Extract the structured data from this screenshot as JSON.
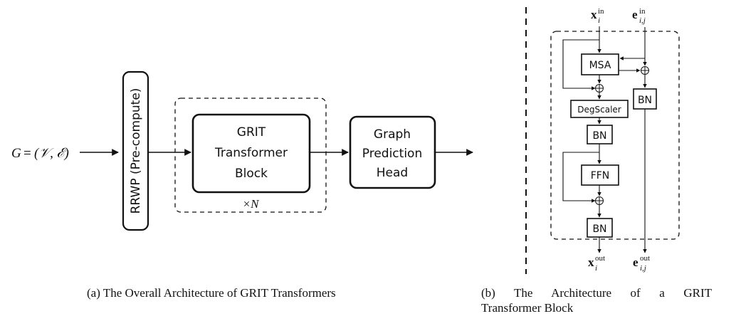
{
  "panel_a": {
    "input_label_lhs": "G",
    "input_label_rhs": "(𝒱, ℰ)",
    "rrwp_label": "RRWP (Pre-compute)",
    "block_lines": [
      "GRIT",
      "Transformer",
      "Block"
    ],
    "repeat_label": "×N",
    "head_lines": [
      "Graph",
      "Prediction",
      "Head"
    ],
    "caption": "(a) The Overall Architecture of GRIT Transformers"
  },
  "panel_b": {
    "x_in": "x",
    "x_in_sub": "i",
    "x_in_sup": "in",
    "e_in": "e",
    "e_in_sub": "i,j",
    "e_in_sup": "in",
    "msa": "MSA",
    "bn_edge": "BN",
    "degscaler": "DegScaler",
    "bn1": "BN",
    "ffn": "FFN",
    "bn2": "BN",
    "x_out": "x",
    "x_out_sub": "i",
    "x_out_sup": "out",
    "e_out": "e",
    "e_out_sub": "i,j",
    "e_out_sup": "out",
    "caption_line1": "(b) The Architecture of a GRIT",
    "caption_line2": "Transformer Block"
  }
}
